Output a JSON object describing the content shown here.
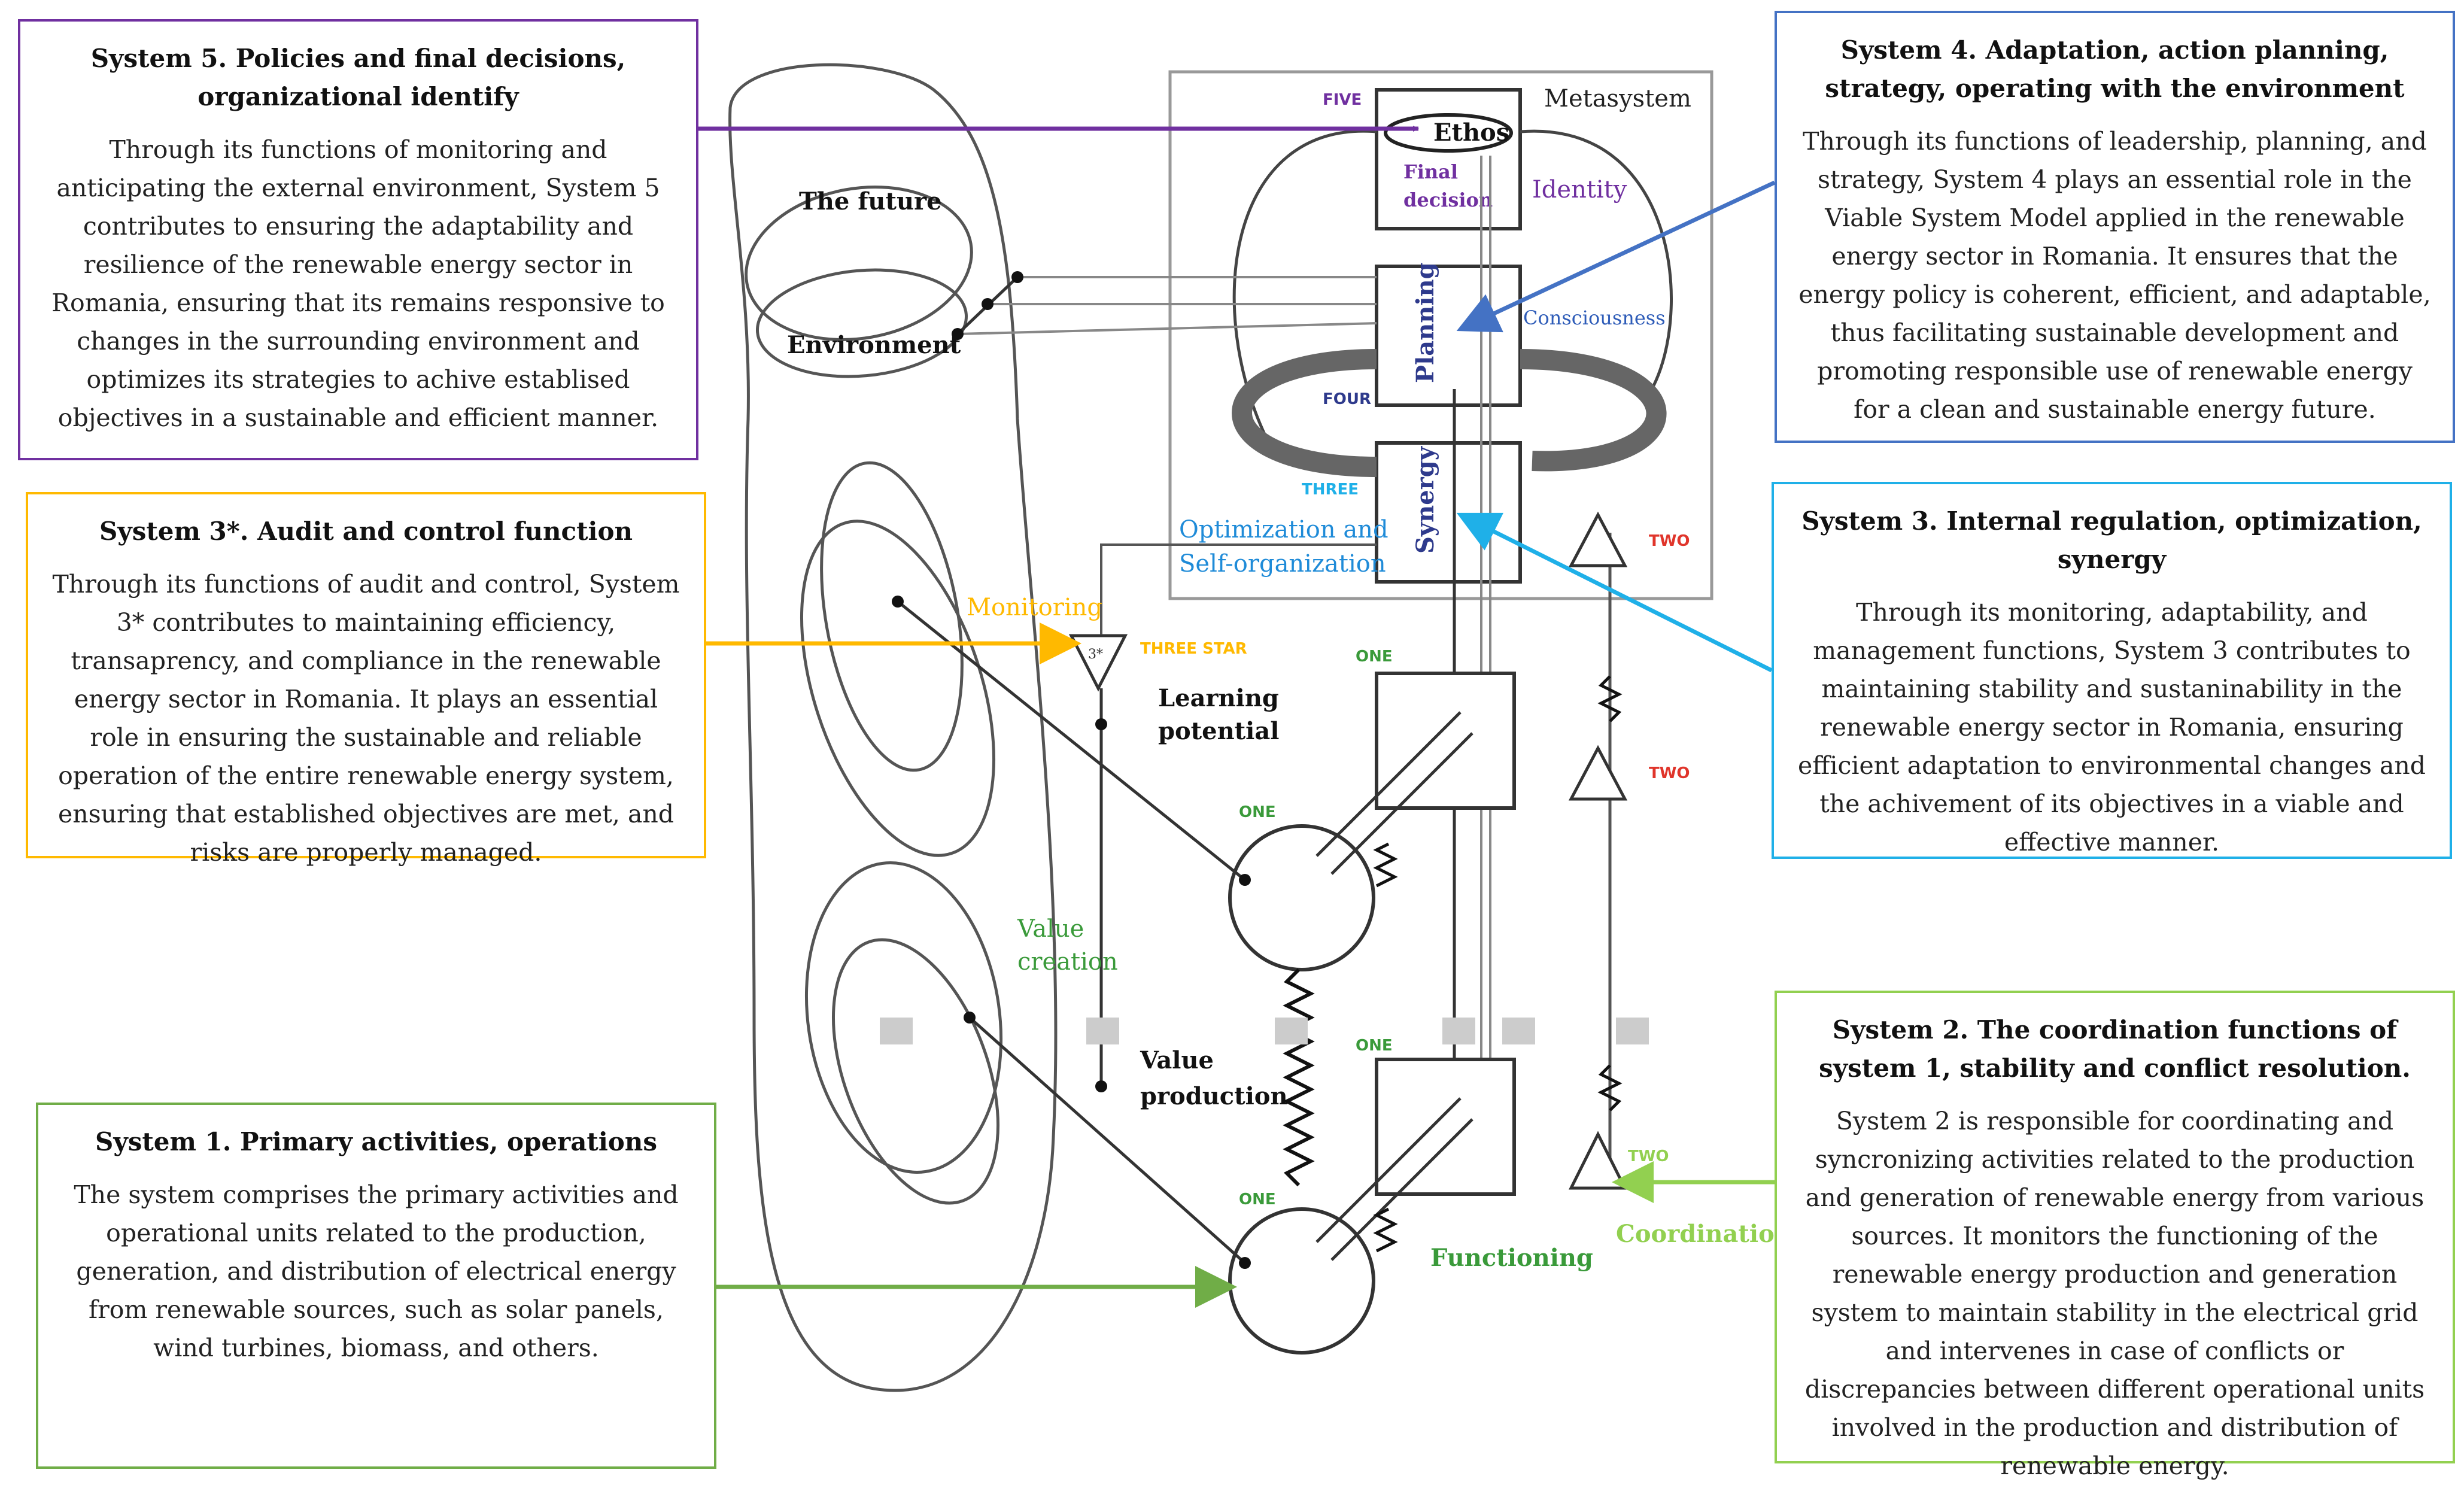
{
  "colors": {
    "system5": "#7030A0",
    "system4": "#4472C4",
    "system3": "#1FB0E8",
    "system3_star": "#FFB900",
    "system2": "#92D050",
    "system1": "#70AD47",
    "diagram_line": "#555555",
    "dark_green_label": "#3A9A3A",
    "red_label": "#E0352B",
    "blue_label": "#2E5CB8"
  },
  "boxes": {
    "system5": {
      "title": "System 5. Policies and final decisions, organizational identify",
      "body": "Through its functions of monitoring and anticipating the external environment, System 5 contributes to ensuring the adaptability and resilience of the renewable energy sector in Romania, ensuring that its remains responsive to changes in the surrounding environment and optimizes its strategies to achive establised objectives in a sustainable and efficient manner."
    },
    "system3star": {
      "title": "System 3*. Audit and control function",
      "body": "Through its functions of audit and control, System 3* contributes to maintaining efficiency, transaprency, and compliance in the renewable energy sector in Romania. It plays an essential role in ensuring the sustainable and reliable operation of the entire renewable energy system, ensuring that established objectives are met, and risks are properly managed."
    },
    "system1": {
      "title": "System 1. Primary activities, operations",
      "body": "The system comprises the primary activities and operational units related to the production, generation, and distribution of electrical energy from renewable sources, such as solar panels, wind turbines, biomass, and others."
    },
    "system4": {
      "title": "System 4. Adaptation, action planning, strategy, operating with the environment",
      "body": "Through its functions of leadership, planning, and strategy, System 4 plays an essential role in the Viable System Model applied in the renewable energy sector in Romania. It ensures that the energy policy is coherent, efficient, and adaptable, thus facilitating sustainable development and promoting responsible use of renewable energy for a clean and sustainable energy future."
    },
    "system3": {
      "title": "System 3. Internal regulation, optimization, synergy",
      "body": "Through its monitoring, adaptability, and management functions, System 3 contributes to maintaining stability and sustaninability in the renewable energy sector in Romania, ensuring efficient adaptation to environmental changes and the achivement of its objectives in a viable and effective manner."
    },
    "system2": {
      "title": "System 2. The coordination functions of system 1, stability and conflict resolution.",
      "body": "System 2 is responsible for coordinating and syncronizing activities related to the production and generation of renewable energy from various sources. It monitors the functioning of the renewable energy production and generation system to maintain stability in the electrical grid and intervenes in case of conflicts or discrepancies between different operational units involved in the production and distribution of renewable energy."
    }
  },
  "diagram": {
    "metasystem": "Metasystem",
    "ethos": "Ethos",
    "final": "Final",
    "decision": "decision",
    "identity": "Identity",
    "planning": "Planning",
    "consciousness": "Consciousness",
    "synergy": "Synergy",
    "optimization": "Optimization and",
    "self_organization": "Self-organization",
    "the_future": "The future",
    "environment": "Environment",
    "monitoring": "Monitoring",
    "three_star_symbol": "3*",
    "learning": "Learning",
    "potential": "potential",
    "value_creation_1": "Value",
    "value_creation_2": "creation",
    "value_production_1": "Value",
    "value_production_2": "production",
    "functioning": "Functioning",
    "coordination": "Coordination",
    "five": "FIVE",
    "four": "FOUR",
    "three": "THREE",
    "three_star": "THREE STAR",
    "two": "TWO",
    "one": "ONE"
  }
}
